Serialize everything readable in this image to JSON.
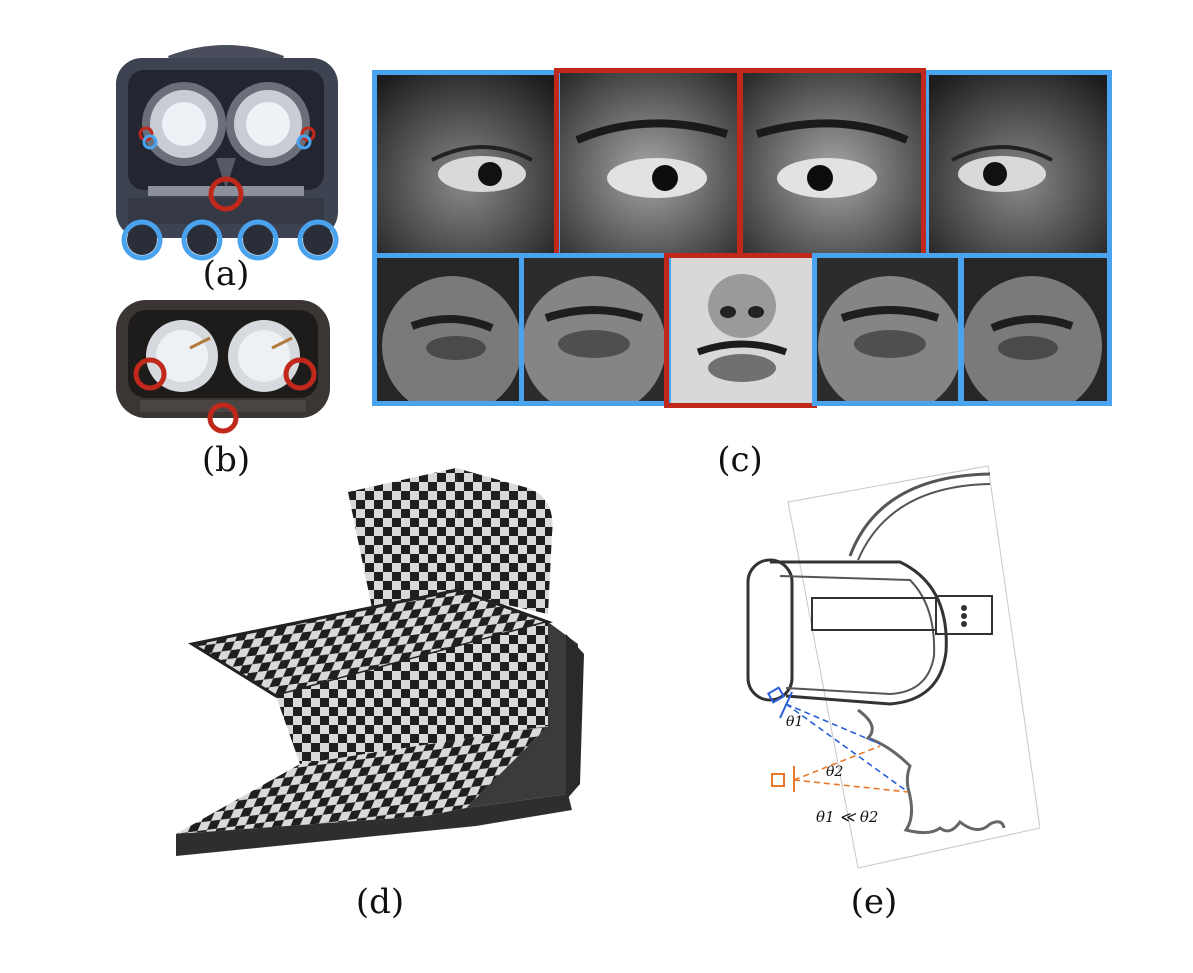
{
  "figure": {
    "captions": {
      "a": "(a)",
      "b": "(b)",
      "c": "(c)",
      "d": "(d)",
      "e": "(e)"
    },
    "panel_e": {
      "theta1": "θ1",
      "theta2": "θ2",
      "relation": "θ1 ≪ θ2"
    },
    "colors": {
      "blue_camera": "#4aa3ef",
      "red_camera": "#c0281b",
      "orange_camera": "#e8782b",
      "diagram_blue": "#2b5fd9"
    }
  }
}
